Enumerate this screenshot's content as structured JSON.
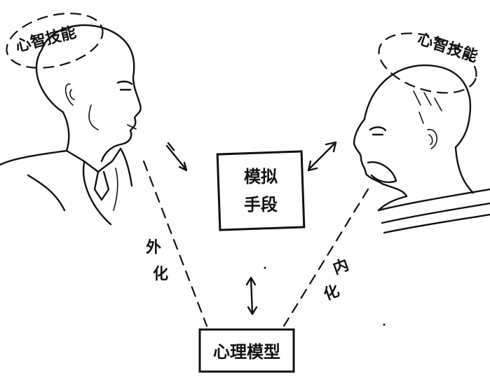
{
  "left_person": {
    "skill_label": "心智技能"
  },
  "right_person": {
    "skill_label": "心智技能"
  },
  "simulation_box": {
    "line1": "模拟",
    "line2": "手段"
  },
  "model_box": {
    "label": "心理模型"
  },
  "left_path": {
    "char1": "外",
    "char2": "化"
  },
  "right_path": {
    "char1": "内",
    "char2": "化"
  },
  "colors": {
    "ink": "#111111",
    "paper": "#ffffff"
  }
}
